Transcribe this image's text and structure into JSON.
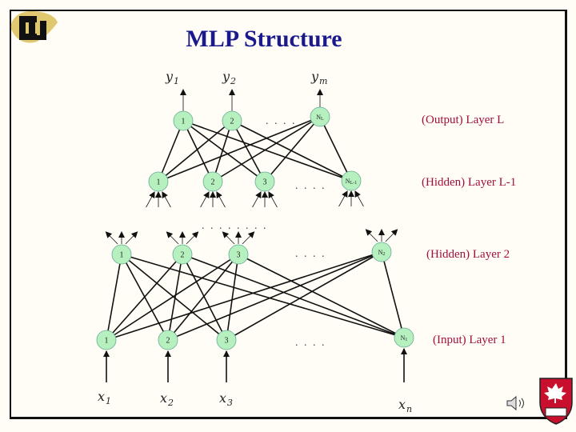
{
  "title": "MLP Structure",
  "outputs": [
    {
      "base": "y",
      "sub": "1"
    },
    {
      "base": "y",
      "sub": "2"
    },
    {
      "base": "y",
      "sub": "m"
    }
  ],
  "inputs": [
    {
      "base": "x",
      "sub": "1"
    },
    {
      "base": "x",
      "sub": "2"
    },
    {
      "base": "x",
      "sub": "3"
    },
    {
      "base": "x",
      "sub": "n"
    }
  ],
  "layers": {
    "output": {
      "label": "(Output)  Layer L",
      "nodes": [
        "1",
        "2",
        "NL"
      ],
      "ellipsis": ". . . ."
    },
    "hidden_l1": {
      "label": "(Hidden)  Layer L-1",
      "nodes": [
        "1",
        "2",
        "3",
        "NL-1"
      ],
      "ellipsis": ". . . ."
    },
    "hidden_2": {
      "label": "(Hidden) Layer 2",
      "nodes": [
        "1",
        "2",
        "3",
        "N2"
      ],
      "ellipsis": ". . . ."
    },
    "input": {
      "label": "(Input)  Layer 1",
      "nodes": [
        "1",
        "2",
        "3",
        "N1"
      ],
      "ellipsis": ". . . ."
    }
  },
  "middle_ellipsis": ". . . . . . . .",
  "logos": {
    "top_left": "CU",
    "bottom_right": "RMC"
  }
}
